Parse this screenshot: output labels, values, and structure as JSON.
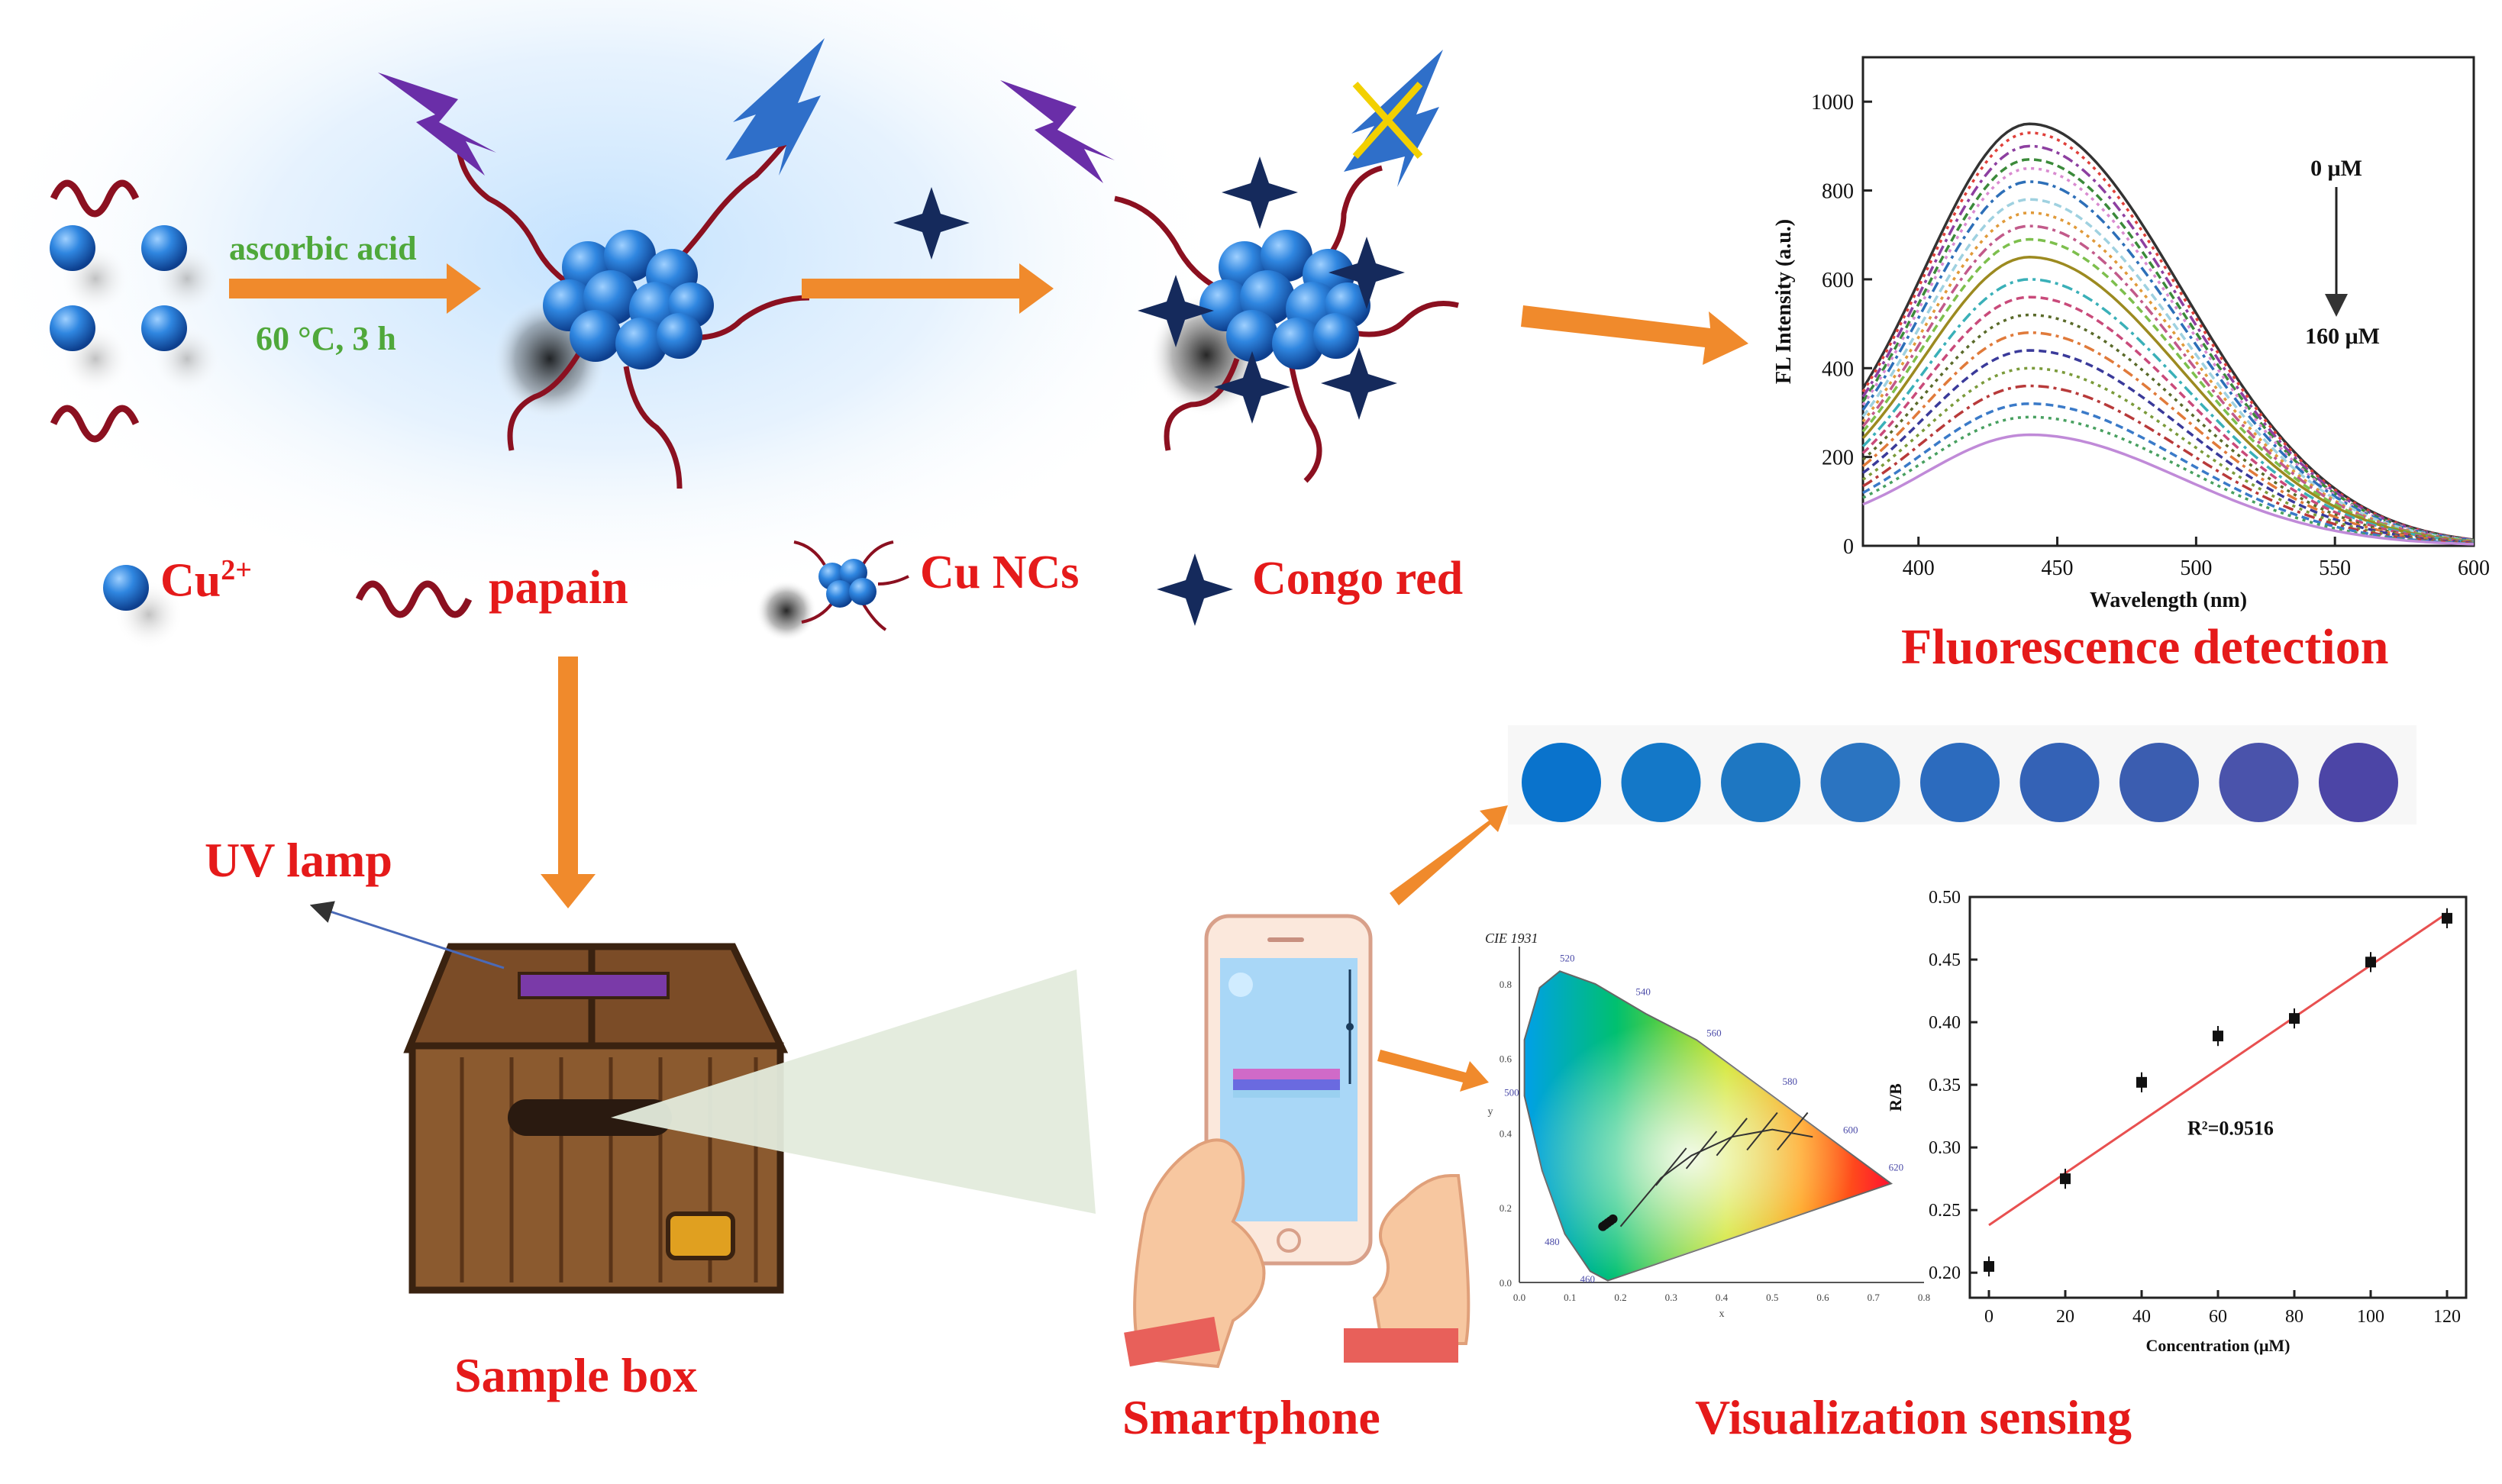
{
  "synthesis": {
    "reagent": "ascorbic acid",
    "conditions": "60 °C, 3 h"
  },
  "legend": {
    "cu_ion": "Cu",
    "cu_ion_charge": "2+",
    "papain": "papain",
    "cu_ncs": "Cu NCs",
    "congo_red": "Congo red"
  },
  "labels": {
    "fluorescence_detection": "Fluorescence detection",
    "uv_lamp": "UV lamp",
    "sample_box": "Sample box",
    "smartphone": "Smartphone",
    "visualization_sensing": "Visualization sensing"
  },
  "colors": {
    "arrow": "#f08a2c",
    "label_red": "#e51a1a",
    "synthesis_green": "#4fa83a",
    "cluster_blue": "#2f6fc9",
    "papain_chain": "#8b1020",
    "congo_star": "#152a5c"
  },
  "swatches": [
    "#0a73cc",
    "#1478c8",
    "#1e77c2",
    "#2b74c1",
    "#2c6bbe",
    "#3462b6",
    "#3b5db0",
    "#4a53ab",
    "#4c45a6"
  ],
  "chart_data": [
    {
      "type": "line",
      "title": "",
      "xlabel": "Wavelength (nm)",
      "ylabel": "FL Intensity (a.u.)",
      "xlim": [
        380,
        600
      ],
      "ylim": [
        0,
        1100
      ],
      "xticks": [
        400,
        450,
        500,
        550,
        600
      ],
      "yticks": [
        0,
        200,
        400,
        600,
        800,
        1000
      ],
      "annotation_top": "0 μM",
      "annotation_bottom": "160 μM",
      "peak_x": 440,
      "peak_values": [
        950,
        930,
        900,
        870,
        850,
        820,
        780,
        750,
        720,
        690,
        650,
        600,
        560,
        520,
        480,
        440,
        400,
        360,
        320,
        290,
        250
      ],
      "series_colors": [
        "#333333",
        "#e0403a",
        "#8d3fa0",
        "#3b8a3a",
        "#d98bd0",
        "#2d6fb8",
        "#9fd1e0",
        "#e09a3a",
        "#c25a8a",
        "#7dbf4d",
        "#9c8a20",
        "#3ab0b8",
        "#c94a7a",
        "#5a6a2a",
        "#e07a3a",
        "#3a3a9a",
        "#7a9a3a",
        "#b83a3a",
        "#3a7ac8",
        "#48a060",
        "#c08ad8"
      ]
    },
    {
      "type": "scatter",
      "title": "",
      "xlabel": "Concentration (μM)",
      "ylabel": "R/B",
      "xlim": [
        -5,
        125
      ],
      "ylim": [
        0.18,
        0.5
      ],
      "xticks": [
        0,
        20,
        40,
        60,
        80,
        100,
        120
      ],
      "yticks": [
        0.2,
        0.25,
        0.3,
        0.35,
        0.4,
        0.45,
        0.5
      ],
      "x": [
        0,
        20,
        40,
        60,
        80,
        100,
        120
      ],
      "y": [
        0.205,
        0.275,
        0.352,
        0.389,
        0.403,
        0.448,
        0.483
      ],
      "fit_line": [
        [
          0,
          0.238
        ],
        [
          120,
          0.487
        ]
      ],
      "annotation": "R²=0.9516"
    },
    {
      "type": "scatter",
      "title": "CIE 1931",
      "xlabel": "x",
      "ylabel": "y",
      "xlim": [
        0,
        0.8
      ],
      "ylim": [
        0,
        0.9
      ],
      "xticks": [
        "0.0",
        "0.1",
        "0.2",
        "0.3",
        "0.4",
        "0.5",
        "0.6",
        "0.7",
        "0.8"
      ],
      "yticks": [
        "0.0",
        "0.2",
        "0.4",
        "0.6",
        "0.8"
      ],
      "wavelength_labels": [
        "520",
        "540",
        "560",
        "580",
        "600",
        "620",
        "500",
        "480",
        "460"
      ],
      "points_x": [
        0.165,
        0.17,
        0.175,
        0.18,
        0.185
      ],
      "points_y": [
        0.15,
        0.155,
        0.16,
        0.165,
        0.17
      ]
    }
  ]
}
